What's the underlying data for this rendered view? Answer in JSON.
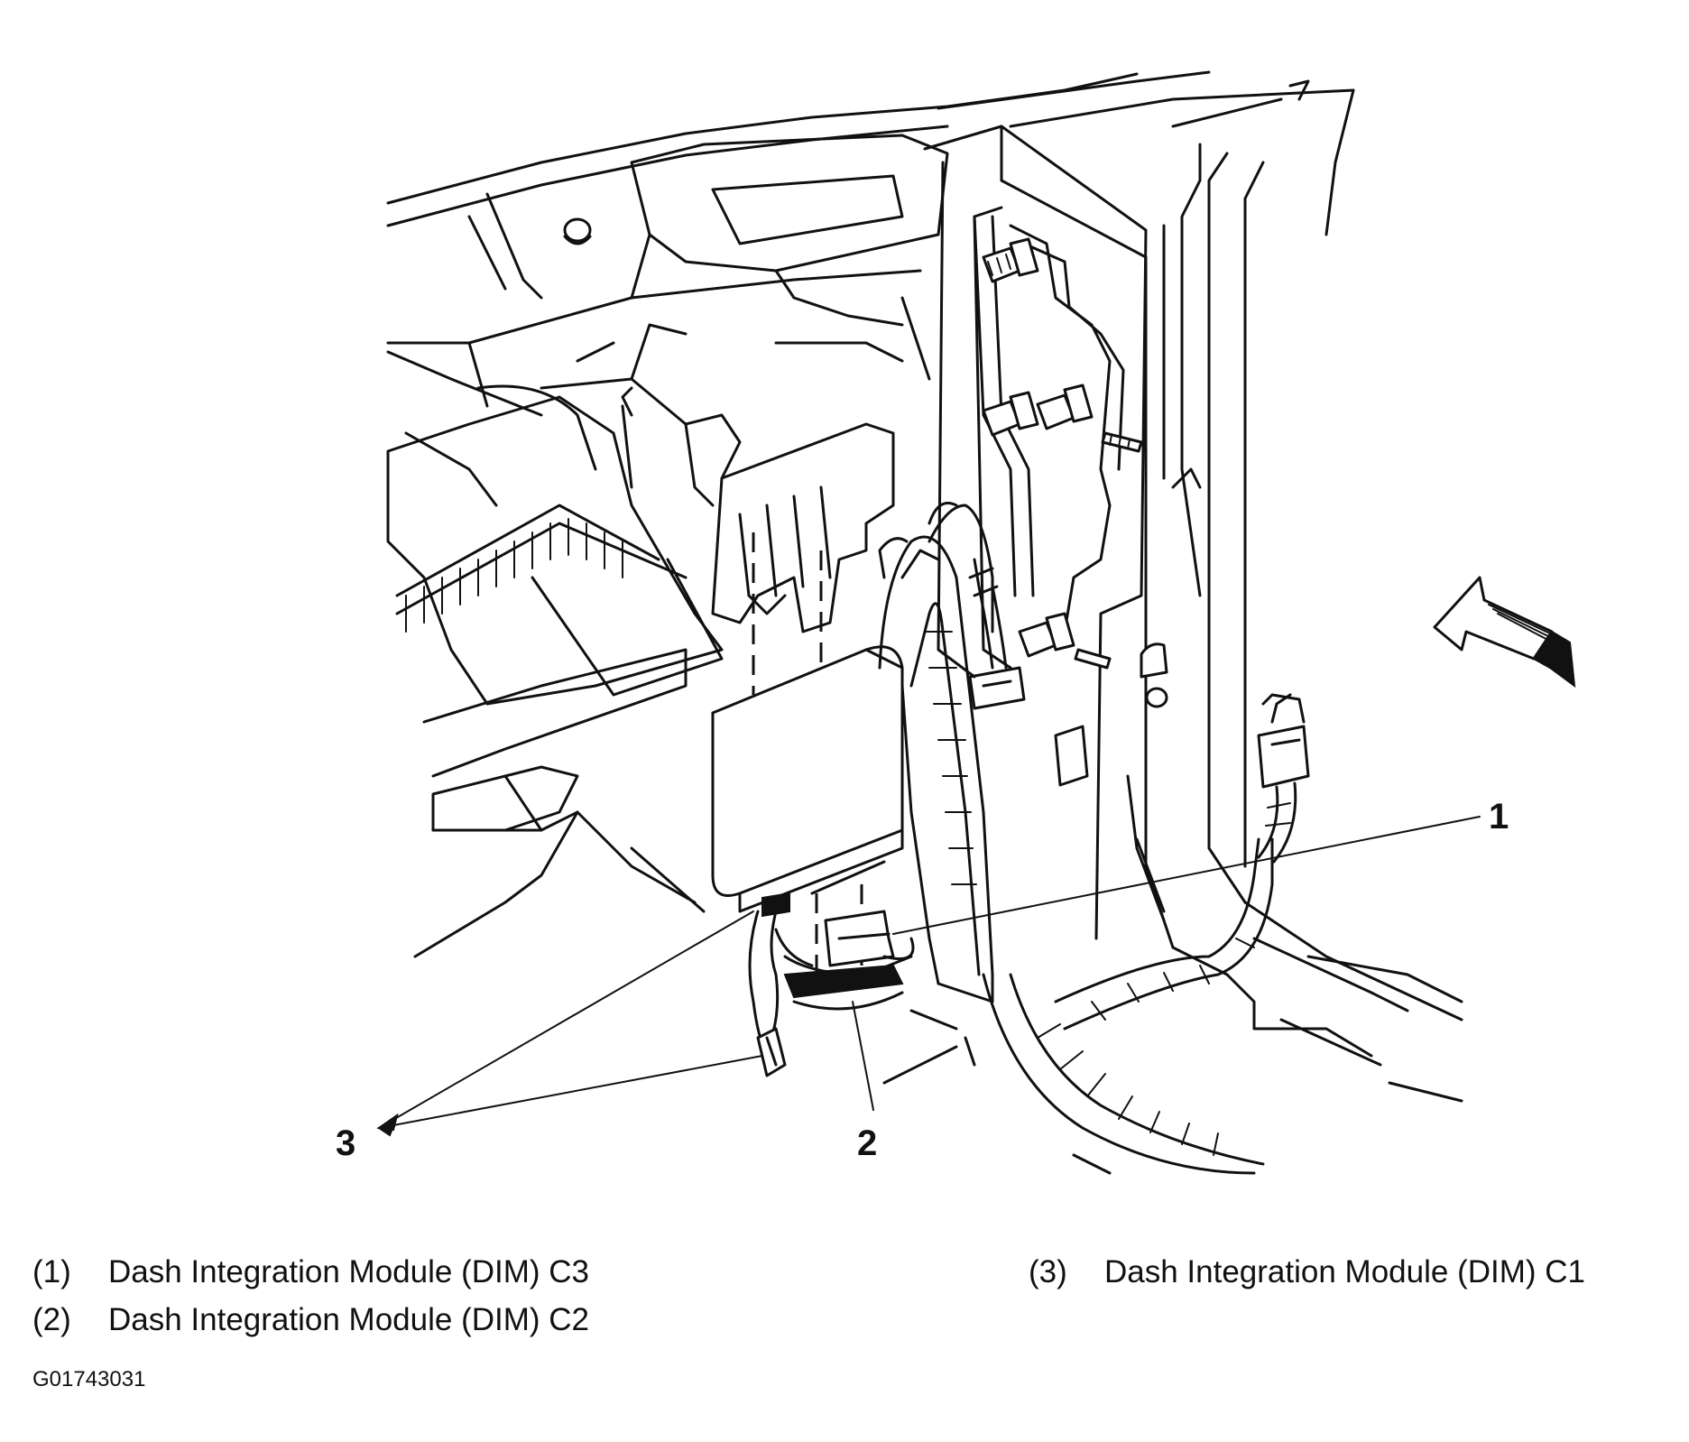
{
  "callouts": [
    {
      "number": "1"
    },
    {
      "number": "2"
    },
    {
      "number": "3"
    }
  ],
  "legend": [
    {
      "number": "(1)",
      "label": "Dash Integration Module (DIM) C3"
    },
    {
      "number": "(2)",
      "label": "Dash Integration Module (DIM) C2"
    },
    {
      "number": "(3)",
      "label": "Dash Integration Module (DIM) C1"
    }
  ],
  "figure_id": "G01743031"
}
